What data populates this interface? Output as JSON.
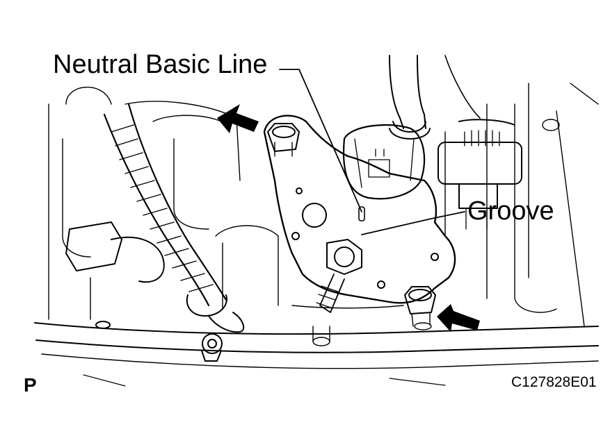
{
  "labels": {
    "neutral_basic_line": "Neutral Basic Line",
    "groove": "Groove",
    "view_letter": "P",
    "figure_code": "C127828E01"
  },
  "colors": {
    "ink": "#000000",
    "paper": "#ffffff"
  }
}
